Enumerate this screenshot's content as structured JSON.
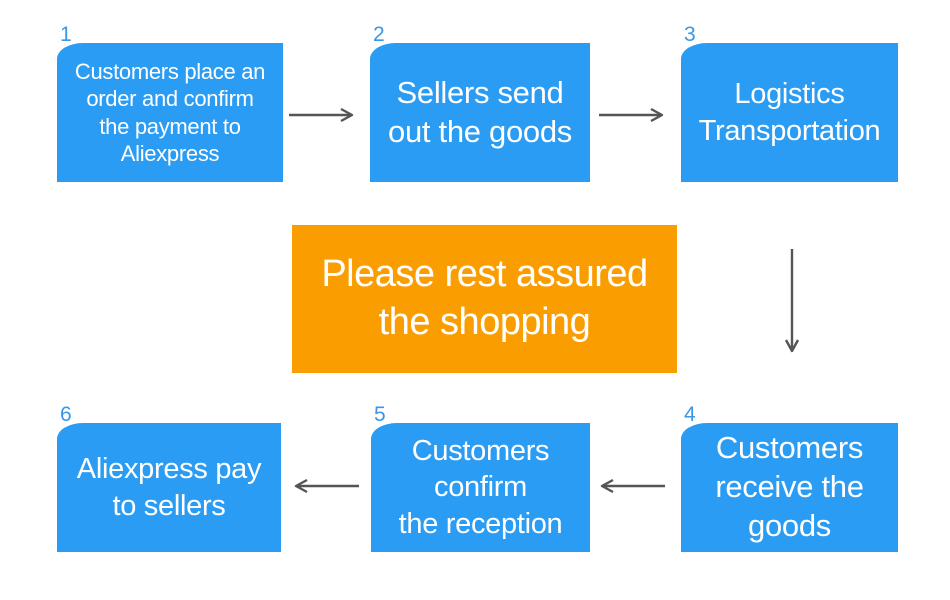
{
  "diagram": {
    "steps": [
      {
        "number": "1",
        "label": "Customers place an\norder and confirm\nthe payment to\nAliexpress"
      },
      {
        "number": "2",
        "label": "Sellers send\nout the goods"
      },
      {
        "number": "3",
        "label": "Logistics\nTransportation"
      },
      {
        "number": "4",
        "label": "Customers\nreceive the\ngoods"
      },
      {
        "number": "5",
        "label": "Customers\nconfirm\nthe reception"
      },
      {
        "number": "6",
        "label": "Aliexpress pay\nto sellers"
      }
    ],
    "banner": {
      "label": "Please rest assured\nthe shopping"
    },
    "colors": {
      "step_fill": "#2B9CF3",
      "banner_fill": "#FA9D00",
      "arrow": "#555555",
      "number": "#3A96E8",
      "text": "#FFFFFF"
    },
    "icons": [
      "arrow-right-icon",
      "arrow-right-icon",
      "arrow-down-icon",
      "arrow-left-icon",
      "arrow-left-icon"
    ]
  }
}
